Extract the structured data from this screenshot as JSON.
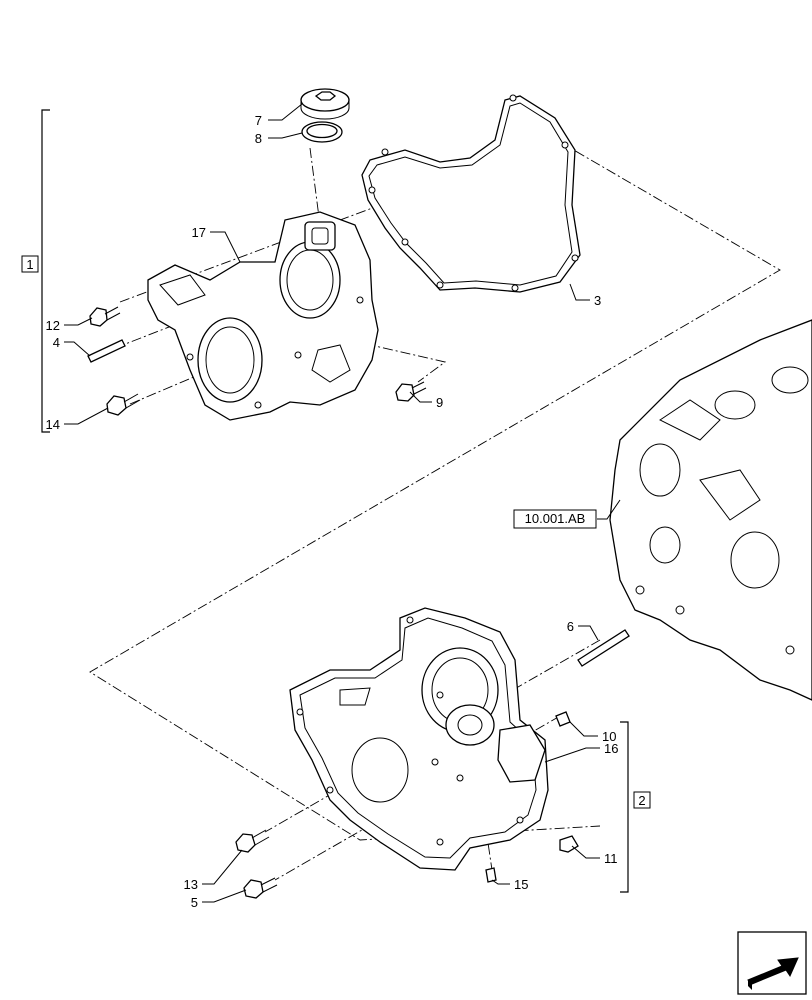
{
  "groups": [
    {
      "label": "1"
    },
    {
      "label": "2"
    }
  ],
  "callouts": [
    {
      "number": "7"
    },
    {
      "number": "8"
    },
    {
      "number": "17"
    },
    {
      "number": "12"
    },
    {
      "number": "4"
    },
    {
      "number": "14"
    },
    {
      "number": "9"
    },
    {
      "number": "3"
    },
    {
      "number": "6"
    },
    {
      "number": "10"
    },
    {
      "number": "16"
    },
    {
      "number": "11"
    },
    {
      "number": "13"
    },
    {
      "number": "5"
    },
    {
      "number": "15"
    }
  ],
  "reference": {
    "label": "10.001.AB"
  },
  "nav": {
    "icon": "next-page-arrow-icon"
  }
}
